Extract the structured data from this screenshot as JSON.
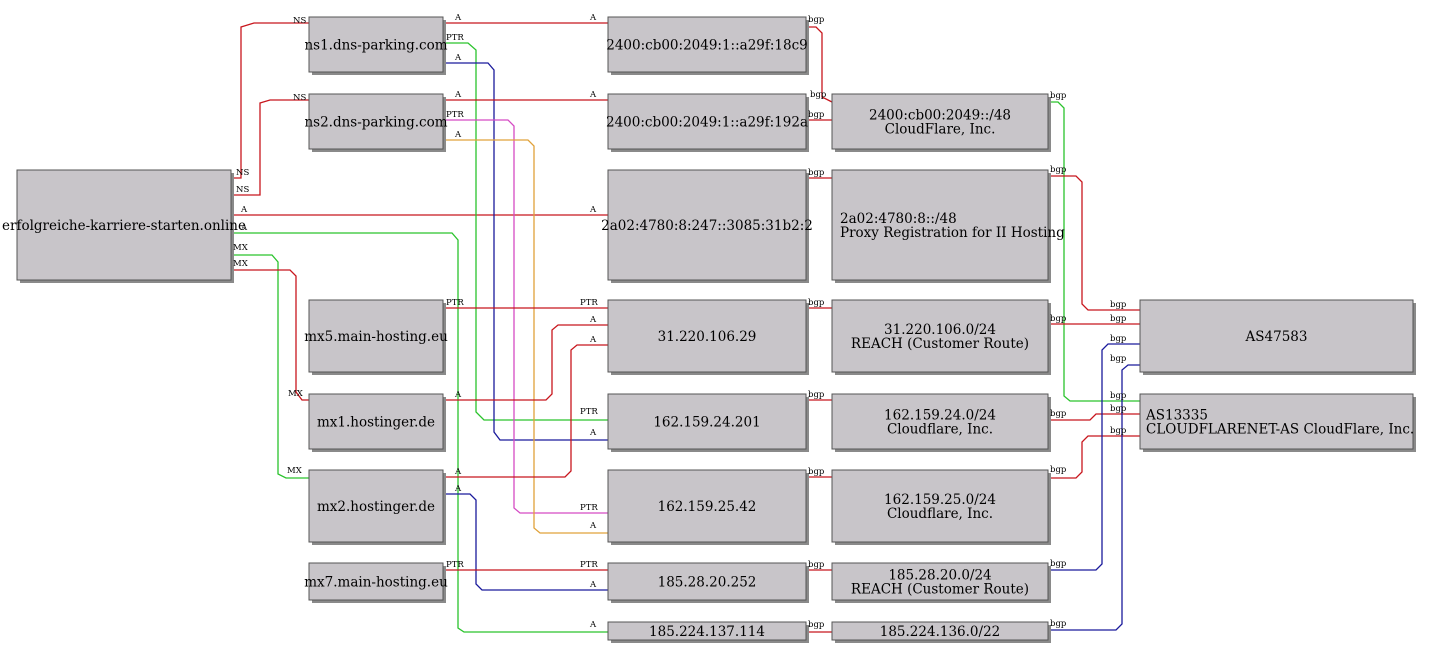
{
  "colors": {
    "red": "#c8161d",
    "green": "#2ac32c",
    "blue": "#1a1a9c",
    "magenta": "#d54bc4",
    "orange": "#e0a23a"
  },
  "nodes": {
    "domain": {
      "lines": [
        "erfolgreiche-karriere-starten.online"
      ]
    },
    "ns1": {
      "lines": [
        "ns1.dns-parking.com"
      ]
    },
    "ns2": {
      "lines": [
        "ns2.dns-parking.com"
      ]
    },
    "mx5": {
      "lines": [
        "mx5.main-hosting.eu"
      ]
    },
    "mx1": {
      "lines": [
        "mx1.hostinger.de"
      ]
    },
    "mx2": {
      "lines": [
        "mx2.hostinger.de"
      ]
    },
    "mx7": {
      "lines": [
        "mx7.main-hosting.eu"
      ]
    },
    "ip6a": {
      "lines": [
        "2400:cb00:2049:1::a29f:18c9"
      ]
    },
    "ip6b": {
      "lines": [
        "2400:cb00:2049:1::a29f:192a"
      ]
    },
    "ip6c": {
      "lines": [
        "2a02:4780:8:247::3085:31b2:2"
      ]
    },
    "ip31": {
      "lines": [
        "31.220.106.29"
      ]
    },
    "ip162a": {
      "lines": [
        "162.159.24.201"
      ]
    },
    "ip162b": {
      "lines": [
        "162.159.25.42"
      ]
    },
    "ip185a": {
      "lines": [
        "185.28.20.252"
      ]
    },
    "ip185b": {
      "lines": [
        "185.224.137.114"
      ]
    },
    "net6cf": {
      "lines": [
        "2400:cb00:2049::/48",
        "CloudFlare, Inc."
      ]
    },
    "net6ii": {
      "lines": [
        "2a02:4780:8::/48",
        "Proxy Registration for II Hosting"
      ]
    },
    "net31": {
      "lines": [
        "31.220.106.0/24",
        "REACH (Customer Route)"
      ]
    },
    "net162a": {
      "lines": [
        "162.159.24.0/24",
        "Cloudflare, Inc."
      ]
    },
    "net162b": {
      "lines": [
        "162.159.25.0/24",
        "Cloudflare, Inc."
      ]
    },
    "net185a": {
      "lines": [
        "185.28.20.0/24",
        "REACH (Customer Route)"
      ]
    },
    "net185b": {
      "lines": [
        "185.224.136.0/22"
      ]
    },
    "as47583": {
      "lines": [
        "AS47583"
      ]
    },
    "as13335": {
      "lines": [
        "AS13335",
        "CLOUDFLARENET-AS CloudFlare, Inc."
      ]
    }
  },
  "edges": [
    {
      "from": "domain",
      "to": "ns1",
      "label": "NS",
      "color": "red"
    },
    {
      "from": "domain",
      "to": "ns2",
      "label": "NS",
      "color": "red"
    },
    {
      "from": "domain",
      "to": "ip6c",
      "label": "A",
      "color": "red"
    },
    {
      "from": "domain",
      "to": "ip185b",
      "label": "A",
      "color": "green"
    },
    {
      "from": "domain",
      "to": "mx2",
      "label": "MX",
      "color": "green"
    },
    {
      "from": "domain",
      "to": "mx1",
      "label": "MX",
      "color": "red"
    },
    {
      "from": "ns1",
      "to": "ip6a",
      "label": "A",
      "color": "red"
    },
    {
      "from": "ns1",
      "to": "ip162a",
      "label": "PTR",
      "color": "green"
    },
    {
      "from": "ns1",
      "to": "ip162a",
      "label": "A",
      "color": "blue"
    },
    {
      "from": "ns2",
      "to": "ip6b",
      "label": "A",
      "color": "red"
    },
    {
      "from": "ns2",
      "to": "ip162b",
      "label": "PTR",
      "color": "magenta"
    },
    {
      "from": "ns2",
      "to": "ip162b",
      "label": "A",
      "color": "orange"
    },
    {
      "from": "mx5",
      "to": "ip31",
      "label": "PTR",
      "color": "red"
    },
    {
      "from": "mx1",
      "to": "ip31",
      "label": "A",
      "color": "red"
    },
    {
      "from": "mx2",
      "to": "ip31",
      "label": "A",
      "color": "red"
    },
    {
      "from": "mx2",
      "to": "ip185a",
      "label": "A",
      "color": "blue"
    },
    {
      "from": "mx7",
      "to": "ip185a",
      "label": "PTR",
      "color": "red"
    },
    {
      "from": "ip6a",
      "to": "net6cf",
      "label": "bgp",
      "color": "red"
    },
    {
      "from": "ip6b",
      "to": "net6cf",
      "label": "bgp",
      "color": "red"
    },
    {
      "from": "ip6c",
      "to": "net6ii",
      "label": "bgp",
      "color": "red"
    },
    {
      "from": "ip31",
      "to": "net31",
      "label": "bgp",
      "color": "red"
    },
    {
      "from": "ip162a",
      "to": "net162a",
      "label": "bgp",
      "color": "red"
    },
    {
      "from": "ip162b",
      "to": "net162b",
      "label": "bgp",
      "color": "red"
    },
    {
      "from": "ip185a",
      "to": "net185a",
      "label": "bgp",
      "color": "red"
    },
    {
      "from": "ip185b",
      "to": "net185b",
      "label": "bgp",
      "color": "red"
    },
    {
      "from": "net6cf",
      "to": "as13335",
      "label": "bgp",
      "color": "green"
    },
    {
      "from": "net6ii",
      "to": "as47583",
      "label": "bgp",
      "color": "red"
    },
    {
      "from": "net31",
      "to": "as47583",
      "label": "bgp",
      "color": "red"
    },
    {
      "from": "net162a",
      "to": "as13335",
      "label": "bgp",
      "color": "red"
    },
    {
      "from": "net162b",
      "to": "as13335",
      "label": "bgp",
      "color": "red"
    },
    {
      "from": "net185a",
      "to": "as47583",
      "label": "bgp",
      "color": "blue"
    },
    {
      "from": "net185b",
      "to": "as13335",
      "label": "bgp",
      "color": "blue"
    }
  ]
}
